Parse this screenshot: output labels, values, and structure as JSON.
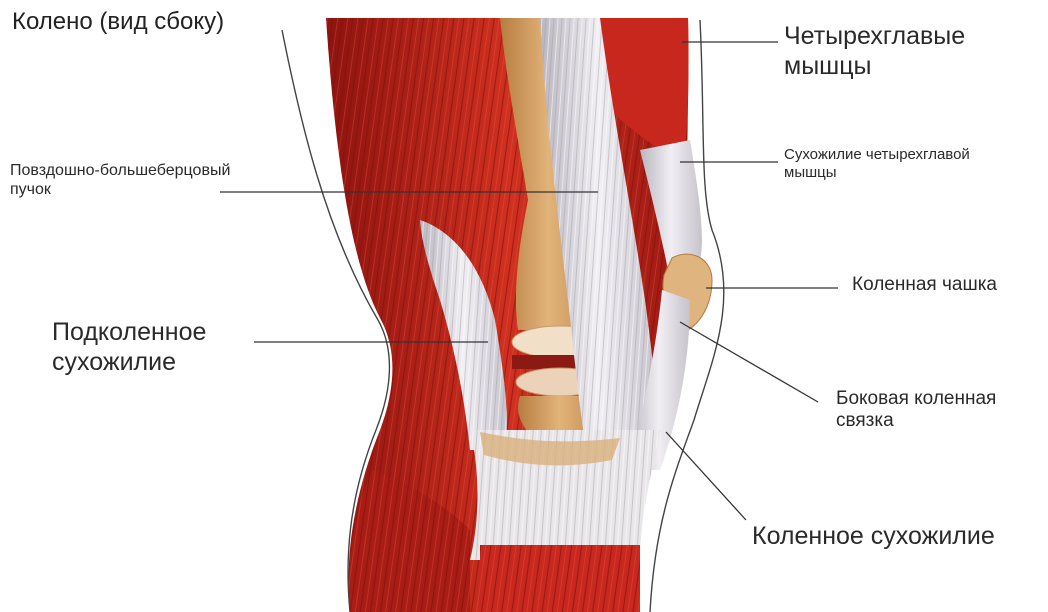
{
  "title": "Колено (вид сбоку)",
  "labels": {
    "quadriceps": [
      "Четырехглавые",
      "мышцы"
    ],
    "quad_tendon": [
      "Сухожилие четырехглавой",
      "мышцы"
    ],
    "it_band": [
      "Повздошно-большеберцовый",
      "пучок"
    ],
    "kneecap": "Коленная чашка",
    "popliteal_tendon": [
      "Подколенное",
      "сухожилие"
    ],
    "lateral_ligament": [
      "Боковая коленная",
      "связка"
    ],
    "patellar_tendon": "Коленное сухожилие"
  },
  "colors": {
    "muscle": "#c8281e",
    "muscle_dark": "#8e130f",
    "tendon": "#e6e4e8",
    "bone": "#d9a86c",
    "cartilage": "#efd9c0",
    "line": "#333333"
  }
}
